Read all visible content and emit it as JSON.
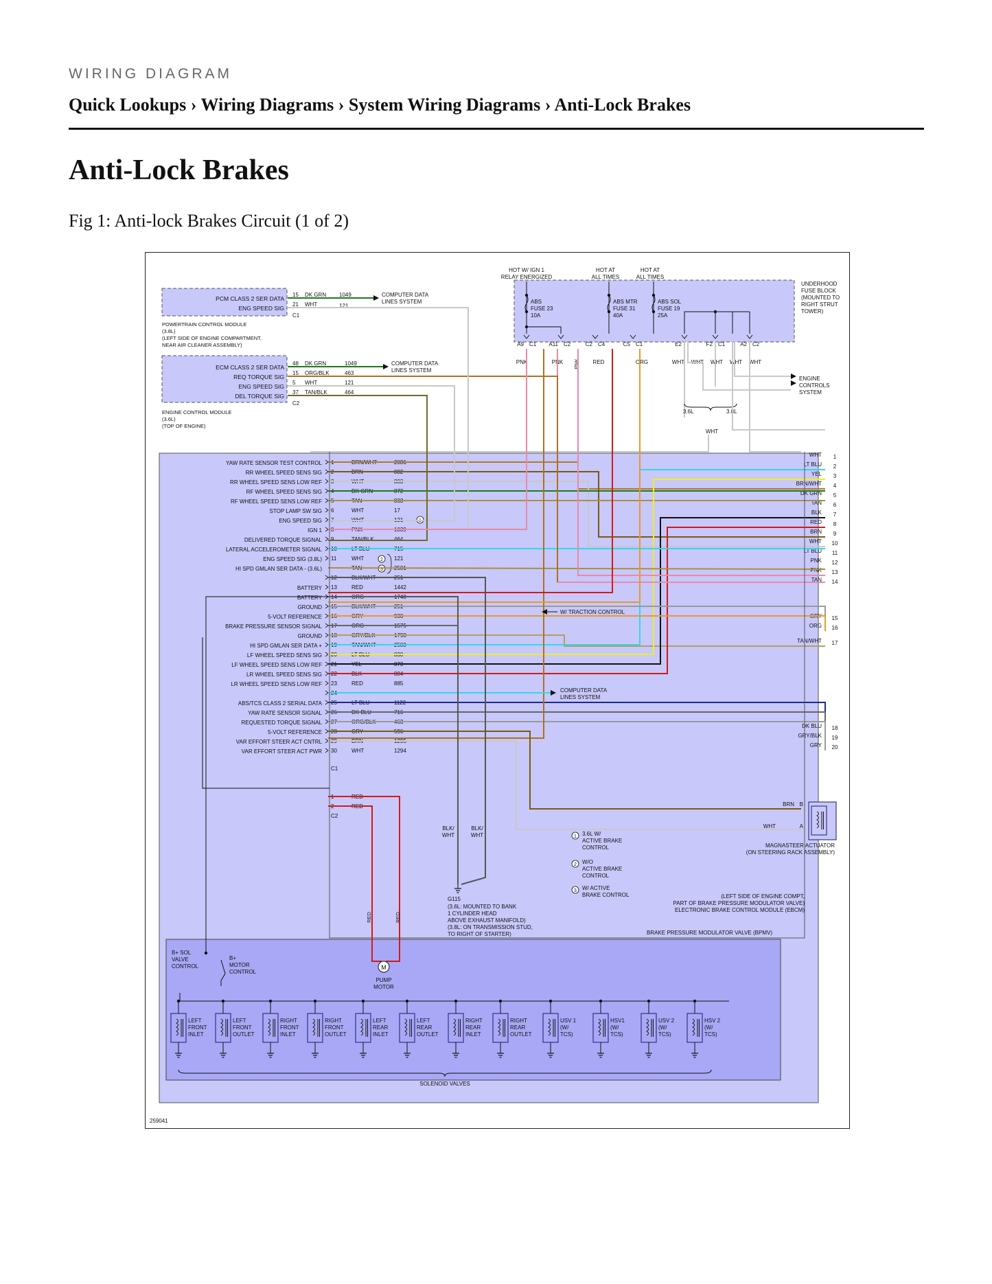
{
  "header": {
    "kicker": "WIRING DIAGRAM",
    "breadcrumb": [
      "Quick Lookups",
      "Wiring Diagrams",
      "System Wiring Diagrams",
      "Anti-Lock Brakes"
    ],
    "separator": "›"
  },
  "page_title": "Anti-Lock Brakes",
  "figure_caption": "Fig 1: Anti-lock Brakes Circuit (1 of 2)",
  "diagram": {
    "figure_id": "259041",
    "wire_colors": {
      "BRN/WHT": "#b07a2a",
      "BRN": "#7a5a10",
      "WHT": "#c8c8c8",
      "DK GRN": "#1a7a1a",
      "TAN": "#a89040",
      "PNK": "#e88aa8",
      "TAN/BLK": "#6f6a2a",
      "LT BLU": "#30d8e8",
      "BLK/WHT": "#555555",
      "RED": "#d11a1a",
      "ORG": "#e89a2a",
      "GRY": "#9a9a9a",
      "GRY/BLK": "#666666",
      "TAN/WHT": "#b0a060",
      "YEL": "#f0f020",
      "BLK": "#111111",
      "DK BLU": "#1a2a8a",
      "ORG/BLK": "#b07020"
    },
    "fuse_block": {
      "label": "UNDERHOOD FUSE BLOCK (MOUNTED TO RIGHT STRUT TOWER)",
      "label_lines": [
        "UNDERHOOD",
        "FUSE BLOCK",
        "(MOUNTED TO",
        "RIGHT STRUT",
        "TOWER)"
      ],
      "hot_labels": [
        [
          "HOT W/ IGN 1",
          "RELAY ENERGIZED"
        ],
        [
          "HOT AT",
          "ALL TIMES"
        ],
        [
          "HOT AT",
          "ALL TIMES"
        ]
      ],
      "fuses": [
        [
          "ABS",
          "FUSE 23",
          "10A"
        ],
        [
          "ABS MTR",
          "FUSE 31",
          "40A"
        ],
        [
          "ABS SOL",
          "FUSE 19",
          "25A"
        ]
      ],
      "pins": [
        {
          "pin": "A9",
          "conn": "C1"
        },
        {
          "pin": "A11",
          "conn": "C2"
        },
        {
          "pin": "C2",
          "conn": "C4"
        },
        {
          "pin": "C5",
          "conn": "C1"
        },
        {
          "pin": "E2",
          "conn": ""
        },
        {
          "pin": "F2",
          "conn": "C1"
        },
        {
          "pin": "A2",
          "conn": "C2"
        }
      ],
      "wire_labels": [
        "PNK",
        "PNK",
        "PNK",
        "RED",
        "ORG",
        "WHT",
        "WHT",
        "WHT",
        "WHT",
        "WHT"
      ]
    },
    "pcm": {
      "signals": [
        "PCM CLASS 2 SER DATA",
        "ENG SPEED SIG"
      ],
      "pins": [
        {
          "pin": "15",
          "color": "DK GRN",
          "circuit": "1049"
        },
        {
          "pin": "21",
          "color": "WHT",
          "circuit": "121"
        }
      ],
      "connector": "C1",
      "name_lines": [
        "POWERTRAIN CONTROL MODULE",
        "(3.8L)",
        "(LEFT SIDE OF ENGINE COMPARTMENT,",
        "NEAR AIR CLEANER ASSEMBLY)"
      ],
      "data_lines": [
        "COMPUTER DATA",
        "LINES SYSTEM"
      ]
    },
    "ecm": {
      "signals": [
        "ECM CLASS 2 SER DATA",
        "REQ TORQUE SIG",
        "ENG SPEED SIG",
        "DEL TORQUE SIG"
      ],
      "pins": [
        {
          "pin": "48",
          "color": "DK GRN",
          "circuit": "1049"
        },
        {
          "pin": "15",
          "color": "ORG/BLK",
          "circuit": "463"
        },
        {
          "pin": "5",
          "color": "WHT",
          "circuit": "121"
        },
        {
          "pin": "37",
          "color": "TAN/BLK",
          "circuit": "464"
        }
      ],
      "connector": "C2",
      "name_lines": [
        "ENGINE CONTROL MODULE",
        "(3.6L)",
        "(TOP OF ENGINE)"
      ],
      "data_lines": [
        "COMPUTER DATA",
        "LINES SYSTEM"
      ]
    },
    "engine_controls": [
      "ENGINE",
      "CONTROLS",
      "SYSTEM"
    ],
    "engine_split": {
      "left": "3.6L",
      "right": "3.8L",
      "wire": "WHT"
    },
    "ebcm_c1": [
      {
        "pin": "1",
        "signal": "YAW RATE SENSOR TEST CONTROL",
        "color": "BRN/WHT",
        "circuit": "2086"
      },
      {
        "pin": "2",
        "signal": "RR WHEEL SPEED SENS SIG",
        "color": "BRN",
        "circuit": "882"
      },
      {
        "pin": "3",
        "signal": "RR WHEEL SPEED SENS LOW REF",
        "color": "WHT",
        "circuit": "883"
      },
      {
        "pin": "4",
        "signal": "RF WHEEL SPEED SENS SIG",
        "color": "DK GRN",
        "circuit": "872"
      },
      {
        "pin": "5",
        "signal": "RF WHEEL SPEED SENS LOW REF",
        "color": "TAN",
        "circuit": "833"
      },
      {
        "pin": "6",
        "signal": "STOP LAMP SW SIG",
        "color": "WHT",
        "circuit": "17"
      },
      {
        "pin": "7",
        "signal": "ENG SPEED SIG",
        "color": "WHT",
        "circuit": "121"
      },
      {
        "pin": "8",
        "signal": "IGN 1",
        "color": "PNK",
        "circuit": "1039"
      },
      {
        "pin": "9",
        "signal": "DELIVERED TORQUE SIGNAL",
        "color": "TAN/BLK",
        "circuit": "464"
      },
      {
        "pin": "10",
        "signal": "LATERAL ACCELEROMETER SIGNAL",
        "color": "LT BLU",
        "circuit": "715"
      },
      {
        "pin": "11",
        "signal": "ENG SPEED SIG (3.8L)",
        "color": "WHT",
        "circuit": "121"
      },
      {
        "pin": "",
        "signal": "HI SPD GMLAN SER DATA - (3.6L)",
        "color": "TAN",
        "circuit": "2501"
      },
      {
        "pin": "12",
        "signal": "",
        "color": "BLK/WHT",
        "circuit": "251"
      },
      {
        "pin": "13",
        "signal": "BATTERY",
        "color": "RED",
        "circuit": "1442"
      },
      {
        "pin": "14",
        "signal": "BATTERY",
        "color": "ORG",
        "circuit": "1740"
      },
      {
        "pin": "15",
        "signal": "GROUND",
        "color": "BLK/WHT",
        "circuit": "251"
      },
      {
        "pin": "16",
        "signal": "5-VOLT REFERENCE",
        "color": "GRY",
        "circuit": "930"
      },
      {
        "pin": "17",
        "signal": "BRAKE PRESSURE SENSOR SIGNAL",
        "color": "ORG",
        "circuit": "1575"
      },
      {
        "pin": "18",
        "signal": "GROUND",
        "color": "GRY/BLK",
        "circuit": "1798"
      },
      {
        "pin": "19",
        "signal": "HI SPD GMLAN SER DATA +",
        "color": "TAN/WHT",
        "circuit": "2500"
      },
      {
        "pin": "20",
        "signal": "LF WHEEL SPEED SENS SIG",
        "color": "LT BLU",
        "circuit": "830"
      },
      {
        "pin": "21",
        "signal": "LF WHEEL SPEED SENS LOW REF",
        "color": "YEL",
        "circuit": "873"
      },
      {
        "pin": "22",
        "signal": "LR WHEEL SPEED SENS SIG",
        "color": "BLK",
        "circuit": "884"
      },
      {
        "pin": "23",
        "signal": "LR WHEEL SPEED SENS LOW REF",
        "color": "RED",
        "circuit": "885"
      },
      {
        "pin": "24",
        "signal": "",
        "color": "",
        "circuit": ""
      },
      {
        "pin": "25",
        "signal": "ABS/TCS CLASS 2 SERIAL DATA",
        "color": "LT BLU",
        "circuit": "1122"
      },
      {
        "pin": "26",
        "signal": "YAW RATE SENSOR SIGNAL",
        "color": "DK BLU",
        "circuit": "716"
      },
      {
        "pin": "27",
        "signal": "REQUESTED TORQUE SIGNAL",
        "color": "ORG/BLK",
        "circuit": "463"
      },
      {
        "pin": "28",
        "signal": "5-VOLT REFERENCE",
        "color": "GRY",
        "circuit": "596"
      },
      {
        "pin": "29",
        "signal": "VAR EFFORT STEER ACT CNTRL",
        "color": "BRN",
        "circuit": "1295"
      },
      {
        "pin": "30",
        "signal": "VAR EFFORT STEER ACT PWR",
        "color": "WHT",
        "circuit": "1294"
      }
    ],
    "c1_label": "C1",
    "c2": [
      {
        "pin": "1",
        "color": "RED"
      },
      {
        "pin": "2",
        "color": "RED"
      }
    ],
    "c2_label": "C2",
    "to_page2": [
      {
        "n": "1",
        "color": "WHT"
      },
      {
        "n": "2",
        "color": "LT BLU"
      },
      {
        "n": "3",
        "color": "YEL"
      },
      {
        "n": "4",
        "color": "BRN/WHT"
      },
      {
        "n": "5",
        "color": "DK GRN"
      },
      {
        "n": "6",
        "color": "TAN"
      },
      {
        "n": "7",
        "color": "BLK"
      },
      {
        "n": "8",
        "color": "RED"
      },
      {
        "n": "9",
        "color": "BRN"
      },
      {
        "n": "10",
        "color": "WHT"
      },
      {
        "n": "11",
        "color": "LT BLU"
      },
      {
        "n": "12",
        "color": "PNK"
      },
      {
        "n": "13",
        "color": "PNK"
      },
      {
        "n": "14",
        "color": "TAN"
      },
      {
        "n": "15",
        "color": "GRY"
      },
      {
        "n": "16",
        "color": "ORG"
      },
      {
        "n": "17",
        "color": "TAN/WHT"
      },
      {
        "n": "18",
        "color": "DK BLU"
      },
      {
        "n": "19",
        "color": "GRY/BLK"
      },
      {
        "n": "20",
        "color": "GRY"
      }
    ],
    "traction_note": "W/ TRACTION CONTROL",
    "ground": {
      "name": "G115",
      "lines": [
        "(3.6L: MOUNTED TO BANK",
        "1 CYLINDER HEAD",
        "ABOVE EXHAUST MANIFOLD)",
        "(3.8L: ON TRANSMISSION STUD,",
        "TO RIGHT OF STARTER)"
      ],
      "wires": [
        "BLK/",
        "WHT"
      ]
    },
    "notes": [
      {
        "n": "1",
        "lines": [
          "3.6L W/",
          "ACTIVE BRAKE",
          "CONTROL"
        ]
      },
      {
        "n": "2",
        "lines": [
          "W/O",
          "ACTIVE BRAKE",
          "CONTROL"
        ]
      },
      {
        "n": "3",
        "lines": [
          "W/ ACTIVE",
          "BRAKE CONTROL"
        ]
      }
    ],
    "magnasteer": {
      "lines": [
        "MAGNASTEER ACTUATOR",
        "(ON STEERING RACK ASSEMBLY)"
      ],
      "pin_b": "B",
      "pin_a": "A",
      "wire_b": "BRN",
      "wire_a": "WHT"
    },
    "ebcm_label": [
      "(LEFT SIDE OF ENGINE COMPT,",
      "PART OF BRAKE PRESSURE MODULATOR VALVE)",
      "ELECTRONIC BRAKE CONTROL MODULE (EBCM)"
    ],
    "bpmv_label": "BRAKE PRESSURE MODULATOR VALVE (BPMV)",
    "sol_valve_control": [
      "B+ SOL",
      "VALVE",
      "CONTROL"
    ],
    "motor_control": [
      "B+",
      "MOTOR",
      "CONTROL"
    ],
    "pump_motor": [
      "PUMP",
      "MOTOR"
    ],
    "motor_symbol": "M",
    "solenoids": [
      [
        "LEFT",
        "FRONT",
        "INLET"
      ],
      [
        "LEFT",
        "FRONT",
        "OUTLET"
      ],
      [
        "RIGHT",
        "FRONT",
        "INLET"
      ],
      [
        "RIGHT",
        "FRONT",
        "OUTLET"
      ],
      [
        "LEFT",
        "REAR",
        "INLET"
      ],
      [
        "LEFT",
        "REAR",
        "OUTLET"
      ],
      [
        "RIGHT",
        "REAR",
        "INLET"
      ],
      [
        "RIGHT",
        "REAR",
        "OUTLET"
      ],
      [
        "USV 1",
        "(W/",
        "TCS)"
      ],
      [
        "HSV1",
        "(W/",
        "TCS)"
      ],
      [
        "USV 2",
        "(W/",
        "TCS)"
      ],
      [
        "HSV 2",
        "(W/",
        "TCS)"
      ]
    ],
    "solenoid_valves_label": "SOLENOID VALVES"
  }
}
